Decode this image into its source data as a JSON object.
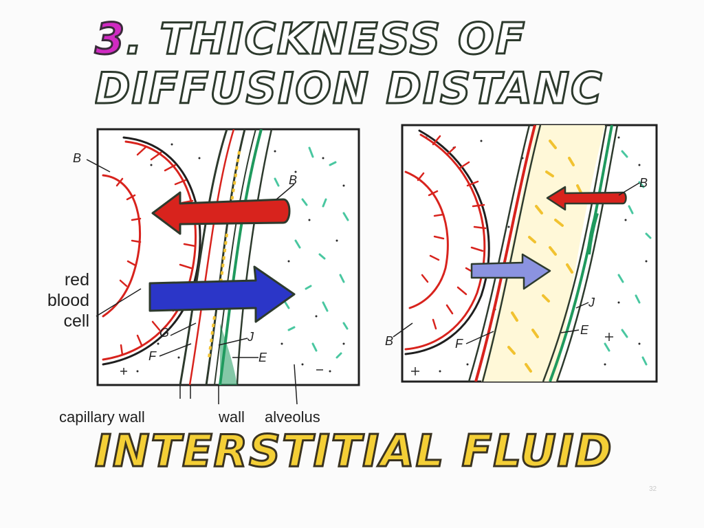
{
  "title": {
    "number": "3",
    "line1_rest": ". THICKNESS OF",
    "line2": "DIFFUSION DISTANC"
  },
  "labels": {
    "red_blood_cell": [
      "red",
      "blood",
      "cell"
    ],
    "capillary_wall": "capillary wall",
    "wall": "wall",
    "alveolus": "alveolus"
  },
  "panel_left": {
    "letters": {
      "b_top_left": "B",
      "b_arrow": "B",
      "g": "G",
      "f": "F",
      "j": "J",
      "e": "E"
    }
  },
  "panel_right": {
    "letters": {
      "b_arrow": "B",
      "b_bottom_left": "B",
      "f": "F",
      "j": "J",
      "e": "E"
    }
  },
  "footer": {
    "title": "INTERSTITIAL FLUID",
    "page_number": "32"
  },
  "colors": {
    "outline": "#2d3a2d",
    "red": "#d8231d",
    "blue": "#2b36c8",
    "light_blue": "#8b93e0",
    "green": "#1f9a5e",
    "teal_dots": "#49c7a0",
    "yellow": "#f1c230",
    "magenta": "#d02ac2"
  }
}
